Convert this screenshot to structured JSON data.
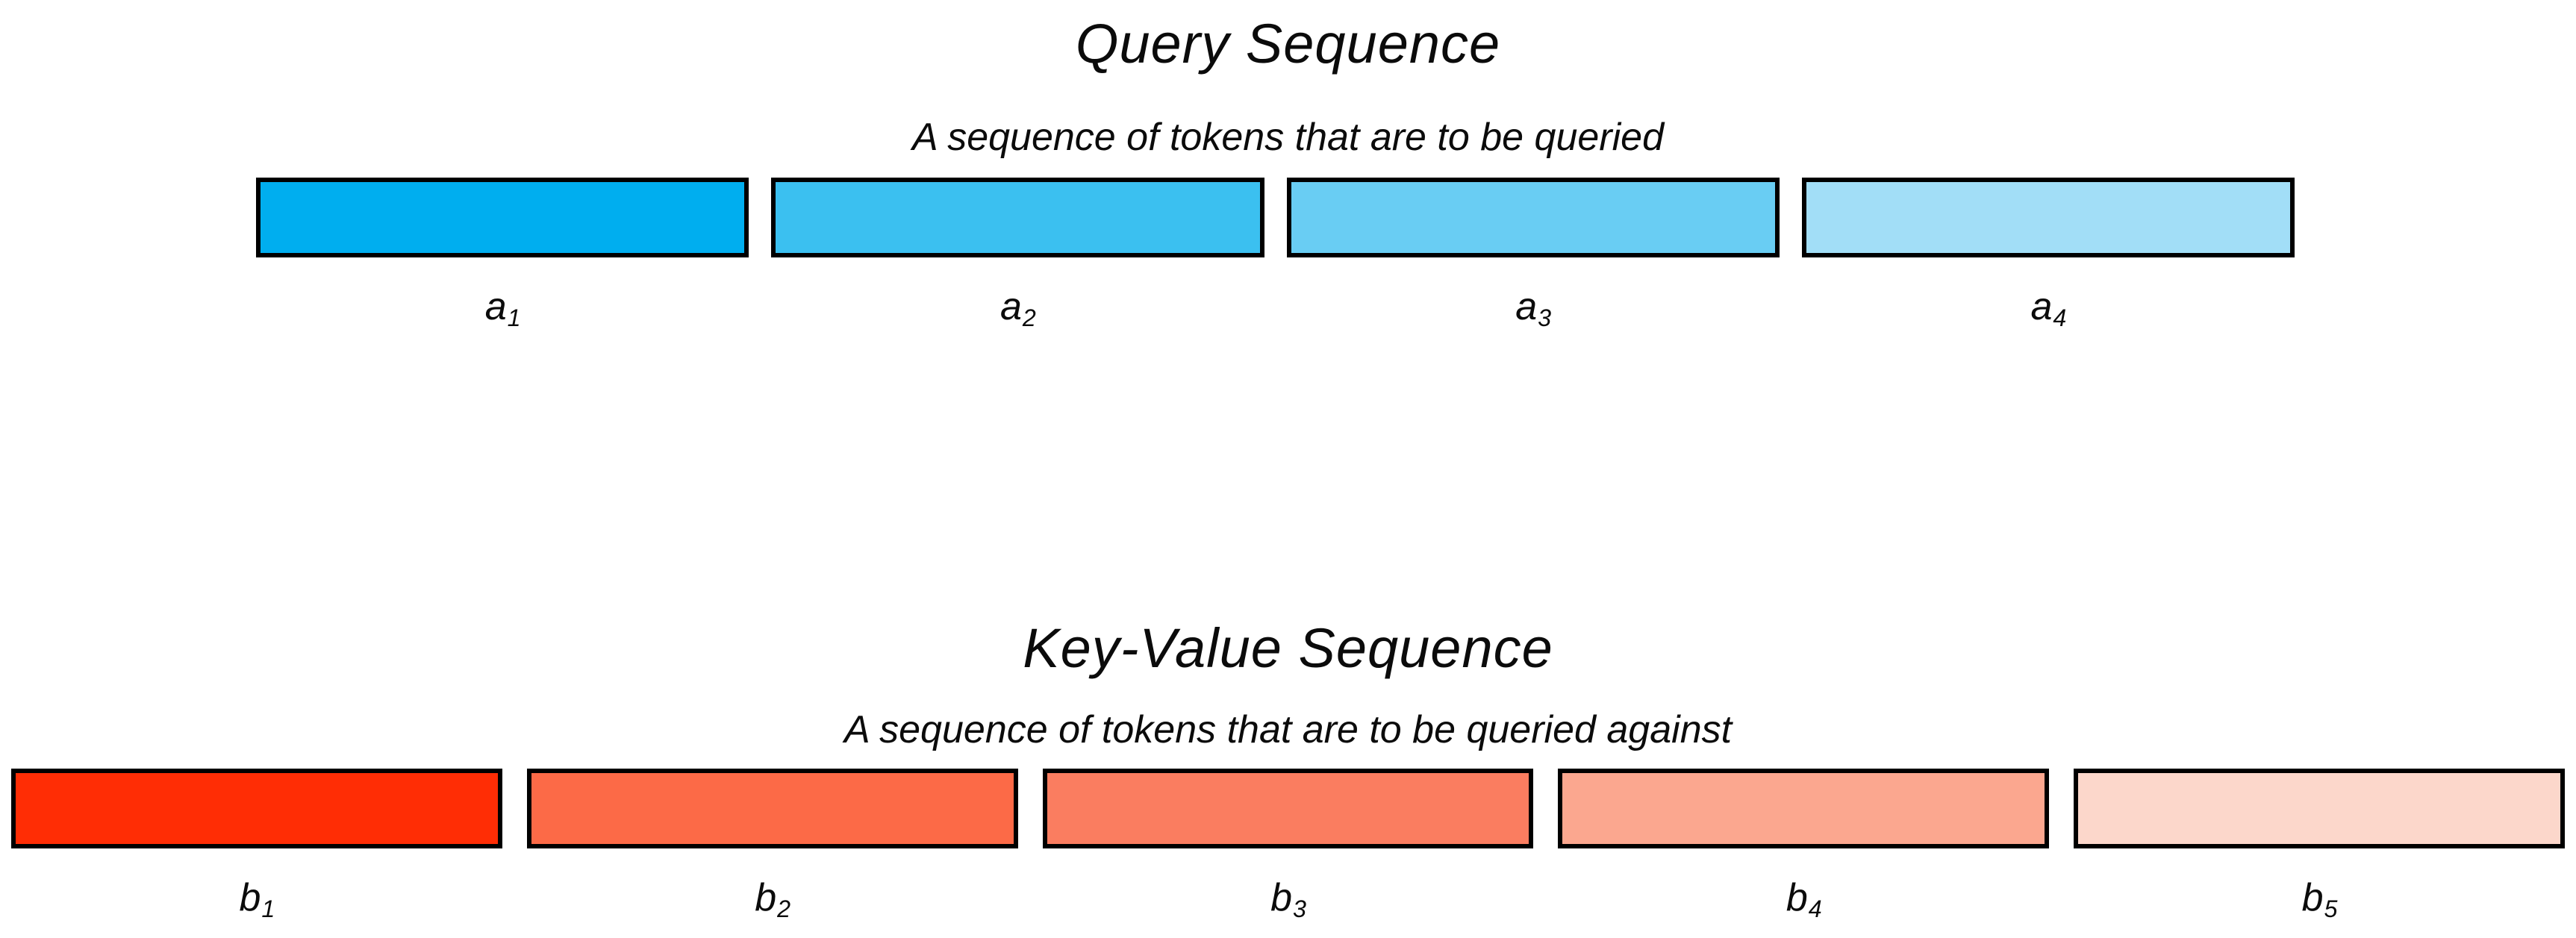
{
  "page": {
    "background_color": "#ffffff",
    "text_color": "#0b0b0b"
  },
  "query_sequence": {
    "title": "Query Sequence",
    "subtitle": "A sequence of tokens that are to be queried",
    "box_border_color": "#000000",
    "tokens": [
      {
        "base": "a",
        "sub": "1",
        "color": "#00AEEF"
      },
      {
        "base": "a",
        "sub": "2",
        "color": "#3BC0F0"
      },
      {
        "base": "a",
        "sub": "3",
        "color": "#69CDF3"
      },
      {
        "base": "a",
        "sub": "4",
        "color": "#A2DEF7"
      }
    ]
  },
  "key_value_sequence": {
    "title": "Key-Value Sequence",
    "subtitle": "A sequence of tokens that are to be queried against",
    "box_border_color": "#000000",
    "tokens": [
      {
        "base": "b",
        "sub": "1",
        "color": "#FF2D05"
      },
      {
        "base": "b",
        "sub": "2",
        "color": "#FC6A47"
      },
      {
        "base": "b",
        "sub": "3",
        "color": "#FA7D60"
      },
      {
        "base": "b",
        "sub": "4",
        "color": "#FBA78F"
      },
      {
        "base": "b",
        "sub": "5",
        "color": "#FCD7CB"
      }
    ]
  }
}
